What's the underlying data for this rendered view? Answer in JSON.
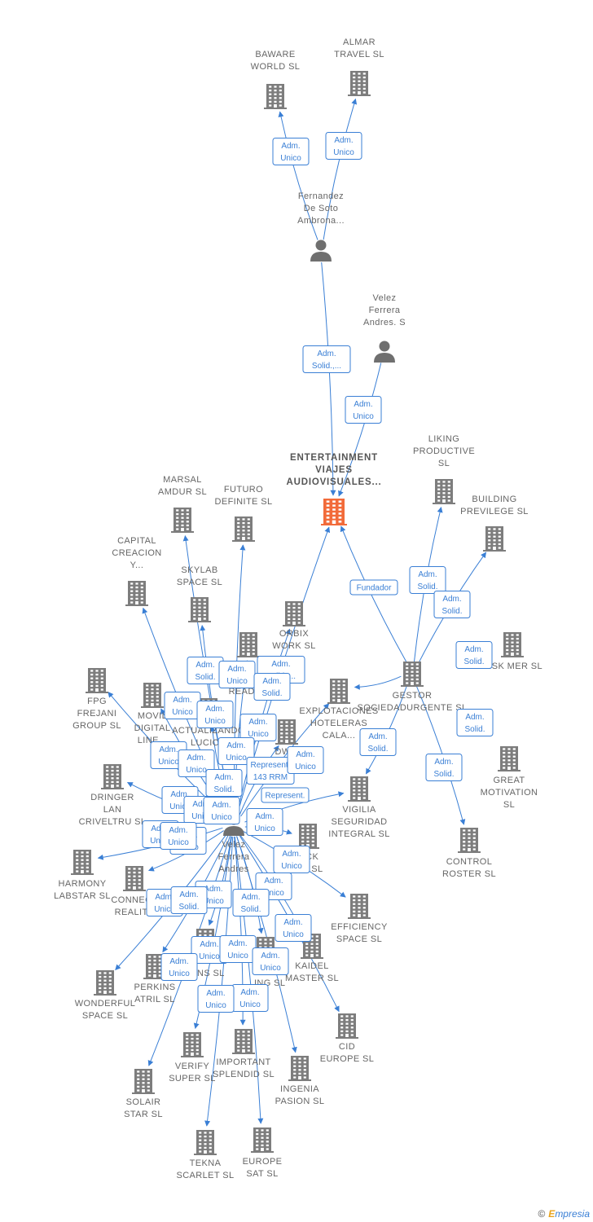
{
  "colors": {
    "edge": "#3a7fd5",
    "company": "#7d7d7d",
    "focus": "#f26b3a",
    "person": "#6f6f6f"
  },
  "footer": {
    "copyright": "©",
    "brand_initial": "E",
    "brand_rest": "mpresia"
  },
  "nodes": [
    {
      "id": "baware",
      "type": "company",
      "label": [
        "BAWARE",
        "WORLD  SL"
      ]
    },
    {
      "id": "almar",
      "type": "company",
      "label": [
        "ALMAR",
        "TRAVEL SL"
      ]
    },
    {
      "id": "fernandez",
      "type": "person",
      "label": [
        "Fernandez",
        "De Soto",
        "Ambrona..."
      ]
    },
    {
      "id": "velezs",
      "type": "person",
      "label": [
        "Velez",
        "Ferrera",
        "Andres.  S"
      ]
    },
    {
      "id": "entertainment",
      "type": "focus",
      "label": [
        "ENTERTAINMENT",
        "VIAJES",
        "AUDIOVISUALES..."
      ]
    },
    {
      "id": "liking",
      "type": "company",
      "label": [
        "LIKING",
        "PRODUCTIVE",
        "SL"
      ]
    },
    {
      "id": "building",
      "type": "company",
      "label": [
        "BUILDING",
        "PREVILEGE  SL"
      ]
    },
    {
      "id": "marsal",
      "type": "company",
      "label": [
        "MARSAL",
        "AMDUR  SL"
      ]
    },
    {
      "id": "futuro",
      "type": "company",
      "label": [
        "FUTURO",
        "DEFINITE  SL"
      ]
    },
    {
      "id": "capital",
      "type": "company",
      "label": [
        "CAPITAL",
        "CREACION",
        "Y..."
      ]
    },
    {
      "id": "skylab",
      "type": "company",
      "label": [
        "SKYLAB",
        "SPACE  SL"
      ]
    },
    {
      "id": "orbix",
      "type": "company",
      "label": [
        "ORBIX",
        "WORK  SL"
      ]
    },
    {
      "id": "ready",
      "type": "company",
      "label": [
        "READY..."
      ]
    },
    {
      "id": "riskmer",
      "type": "company",
      "label": [
        "RISK MER  SL"
      ]
    },
    {
      "id": "gestor",
      "type": "company",
      "label": [
        "GESTOR",
        "SOCIEDADURGENTE SL"
      ]
    },
    {
      "id": "fpg",
      "type": "company",
      "label": [
        "FPG",
        "FREJANI",
        "GROUP  SL"
      ]
    },
    {
      "id": "movil",
      "type": "company",
      "label": [
        "MOVIL",
        "DIGITAL",
        "LINE..."
      ]
    },
    {
      "id": "actualizando",
      "type": "company",
      "label": [
        "ACTUALIZANDO",
        "LUCION"
      ]
    },
    {
      "id": "explotaciones",
      "type": "company",
      "label": [
        "EXPLOTACIONES",
        "HOTELERAS",
        "CALA..."
      ]
    },
    {
      "id": "dw",
      "type": "company",
      "label": [
        "DW..."
      ]
    },
    {
      "id": "great",
      "type": "company",
      "label": [
        "GREAT",
        "MOTIVATION",
        "SL"
      ]
    },
    {
      "id": "dringer",
      "type": "company",
      "label": [
        "DRINGER",
        "LAN",
        "CRIVELTRU SL"
      ]
    },
    {
      "id": "vigilia",
      "type": "company",
      "label": [
        "VIGILIA",
        "SEGURIDAD",
        "INTEGRAL  SL"
      ]
    },
    {
      "id": "velez",
      "type": "person",
      "label": [
        "Velez",
        "Ferrera",
        "Andres"
      ]
    },
    {
      "id": "control",
      "type": "company",
      "label": [
        "CONTROL",
        "ROSTER  SL"
      ]
    },
    {
      "id": "rock",
      "type": "company",
      "label": [
        "...CK",
        "...O  SL"
      ]
    },
    {
      "id": "harmony",
      "type": "company",
      "label": [
        "HARMONY",
        "LABSTAR SL"
      ]
    },
    {
      "id": "connect",
      "type": "company",
      "label": [
        "CONNECT",
        "REALITY"
      ]
    },
    {
      "id": "efficiency",
      "type": "company",
      "label": [
        "EFFICIENCY",
        "SPACE  SL"
      ]
    },
    {
      "id": "kaidel",
      "type": "company",
      "label": [
        "KAIDEL",
        "MASTER  SL"
      ]
    },
    {
      "id": "perkins",
      "type": "company",
      "label": [
        "PERKINS",
        "ATRIL  SL"
      ]
    },
    {
      "id": "ns",
      "type": "company",
      "label": [
        "...INS  SL"
      ]
    },
    {
      "id": "freeing",
      "type": "company",
      "label": [
        "FRE...",
        "...ING  SL"
      ]
    },
    {
      "id": "wonderful",
      "type": "company",
      "label": [
        "WONDERFUL",
        "SPACE  SL"
      ]
    },
    {
      "id": "cid",
      "type": "company",
      "label": [
        "CID",
        "EUROPE  SL"
      ]
    },
    {
      "id": "verify",
      "type": "company",
      "label": [
        "VERIFY",
        "SUPER  SL"
      ]
    },
    {
      "id": "important",
      "type": "company",
      "label": [
        "IMPORTANT",
        "SPLENDID  SL"
      ]
    },
    {
      "id": "ingenia",
      "type": "company",
      "label": [
        "INGENIA",
        "PASION  SL"
      ]
    },
    {
      "id": "solair",
      "type": "company",
      "label": [
        "SOLAIR",
        "STAR  SL"
      ]
    },
    {
      "id": "tekna",
      "type": "company",
      "label": [
        "TEKNA",
        "SCARLET  SL"
      ]
    },
    {
      "id": "europe",
      "type": "company",
      "label": [
        "EUROPE",
        "SAT  SL"
      ]
    }
  ],
  "relations": [
    {
      "label": [
        "Adm.",
        "Unico"
      ]
    },
    {
      "label": [
        "Adm.",
        "Unico"
      ]
    },
    {
      "label": [
        "Adm.",
        "Solid.,..."
      ]
    },
    {
      "label": [
        "Adm.",
        "Unico"
      ]
    },
    {
      "label": [
        "Fundador"
      ]
    },
    {
      "label": [
        "Adm.",
        "Solid."
      ]
    },
    {
      "label": [
        "Adm.",
        "Solid."
      ]
    },
    {
      "label": [
        "Adm.",
        "Solid."
      ]
    },
    {
      "label": [
        "Adm.",
        "Solid."
      ]
    },
    {
      "label": [
        "Adm.",
        "Solid."
      ]
    },
    {
      "label": [
        "Adm.",
        "Solid."
      ]
    },
    {
      "label": [
        "Adm.",
        "Solid."
      ]
    },
    {
      "label": [
        "Adm.",
        "Unico"
      ]
    },
    {
      "label": [
        "Adm.",
        "Solid.,..."
      ]
    },
    {
      "label": [
        "Adm.",
        "Unico"
      ]
    },
    {
      "label": [
        "Adm.",
        "Unico"
      ]
    },
    {
      "label": [
        "Adm.",
        "Unico"
      ]
    },
    {
      "label": [
        "Adm.",
        "Unico"
      ]
    },
    {
      "label": [
        "Adm.",
        "Unico"
      ]
    },
    {
      "label": [
        "Adm.",
        "Unico"
      ]
    },
    {
      "label": [
        "Represent.",
        "143 RRM"
      ]
    },
    {
      "label": [
        "Adm.",
        "Unico"
      ]
    },
    {
      "label": [
        "Adm.",
        "Unico"
      ]
    },
    {
      "label": [
        "Adm.",
        "Unico"
      ]
    },
    {
      "label": [
        "Represent."
      ]
    },
    {
      "label": [
        "Adm.",
        "Unico"
      ]
    },
    {
      "label": [
        "Adm.",
        "Unico"
      ]
    },
    {
      "label": [
        "Adm.",
        "Unico"
      ]
    },
    {
      "label": [
        "Adm.",
        "Unico"
      ]
    },
    {
      "label": [
        "Adm.",
        "Unico"
      ]
    },
    {
      "label": [
        "Adm.",
        "Unico"
      ]
    },
    {
      "label": [
        "Adm.",
        "Unico"
      ]
    },
    {
      "label": [
        "Adm.",
        "Solid."
      ]
    },
    {
      "label": [
        "Adm.",
        "Solid."
      ]
    },
    {
      "label": [
        "Adm.",
        "Unico"
      ]
    },
    {
      "label": [
        "Adm.",
        "Unico"
      ]
    },
    {
      "label": [
        "Adm.",
        "Unico"
      ]
    },
    {
      "label": [
        "Adm.",
        "Unico"
      ]
    },
    {
      "label": [
        "Adm.",
        "Unico"
      ]
    },
    {
      "label": [
        "Adm.",
        "Unico"
      ]
    },
    {
      "label": [
        "Adm.",
        "Unico"
      ]
    },
    {
      "label": [
        "Adm.",
        "Solid."
      ]
    },
    {
      "label": [
        "Adm.",
        "Unico"
      ]
    },
    {
      "label": [
        "Adm.",
        "Solid."
      ]
    },
    {
      "label": [
        "Adm.",
        "Unico"
      ]
    }
  ]
}
